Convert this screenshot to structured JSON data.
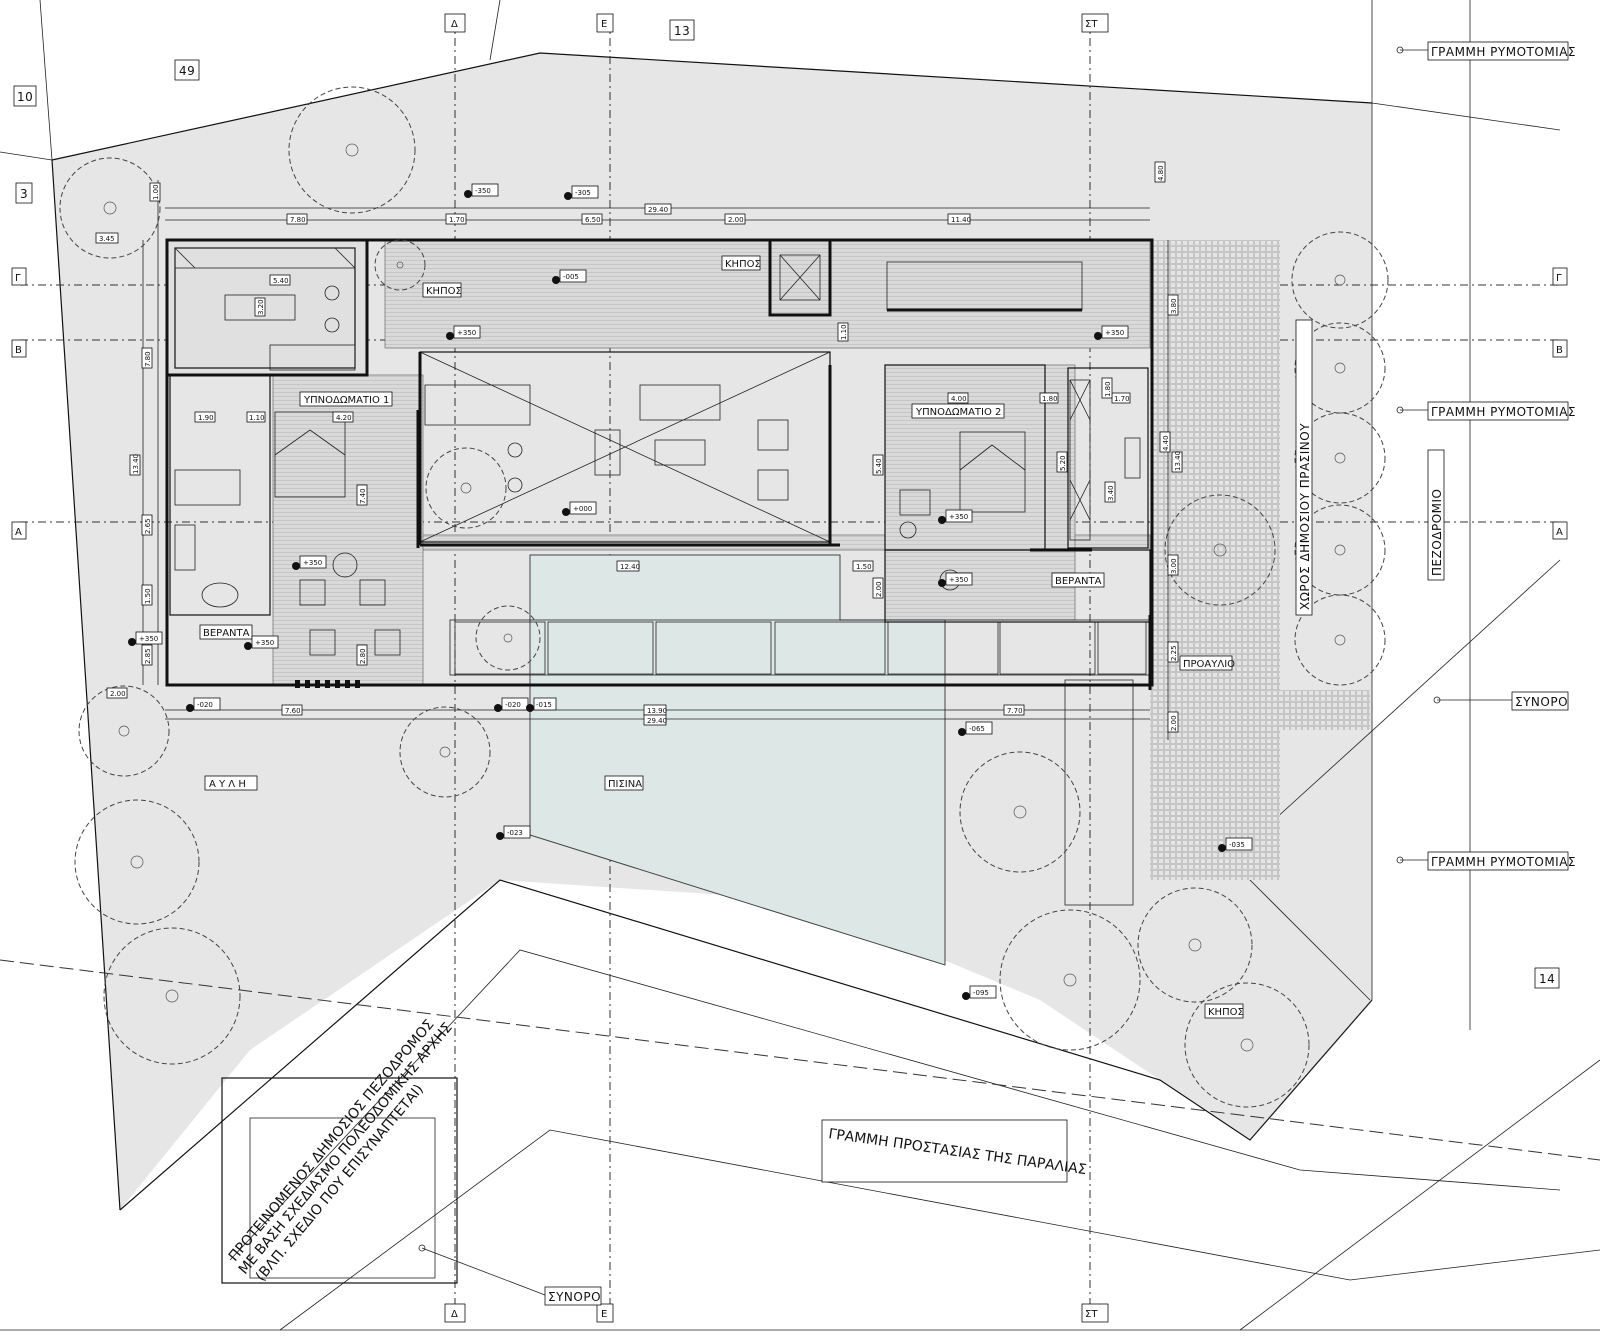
{
  "plot_numbers": {
    "p10": "10",
    "p49": "49",
    "p3": "3",
    "p13": "13",
    "p14": "14"
  },
  "section_marks": {
    "d_top": "Δ",
    "e_top": "Ε",
    "st_top": "ΣΤ",
    "d_bot": "Δ",
    "e_bot": "Ε",
    "st_bot": "ΣΤ",
    "g_left": "Γ",
    "g_right": "Γ",
    "b_left": "Β",
    "b_right": "Β",
    "a_left": "Α",
    "a_right": "Α"
  },
  "labels": {
    "ryth1": "ΓΡΑΜΜΗ ΡΥΜΟΤΟΜΙΑΣ",
    "ryth2": "ΓΡΑΜΜΗ ΡΥΜΟΤΟΜΙΑΣ",
    "ryth3": "ΓΡΑΜΜΗ ΡΥΜΟΤΟΜΙΑΣ",
    "synoro1": "ΣΥΝΟΡΟ",
    "synoro2": "ΣΥΝΟΡΟ",
    "pezodromio": "ΠΕΖΟΔΡΟΜΙΟ",
    "xoros": "ΧΩΡΟΣ ΔΗΜΟΣΙΟΥ ΠΡΑΣΙΝΟΥ",
    "kipos1": "ΚΗΠΟΣ",
    "kipos2": "ΚΗΠΟΣ",
    "kipos3": "ΚΗΠΟΣ",
    "bedroom1": "ΥΠΝΟΔΩΜΑΤΙΟ 1",
    "bedroom2": "ΥΠΝΟΔΩΜΑΤΙΟ 2",
    "veranda1": "ΒΕΡΑΝΤΑ",
    "veranda2": "ΒΕΡΑΝΤΑ",
    "proaylio": "ΠΡΟΑΥΛΙΟ",
    "avli": "Α Υ Λ Η",
    "pisina": "ΠΙΣΙΝΑ",
    "beach": "ΓΡΑΜΜΗ ΠΡΟΣΤΑΣΙΑΣ ΤΗΣ ΠΑΡΑΛΙΑΣ",
    "note1": "ΠΡΟΤΕΙΝΟΜΕΝΟΣ ΔΗΜΟΣΙΟΣ ΠΕΖΟΔΡΟΜΟΣ",
    "note2": "ΜΕ ΒΑΣΗ ΣΧΕΔΙΑΣΜΟ ΠΟΛΕΟΔΟΜΙΚΗΣ ΑΡΧΗΣ",
    "note3": "(ΒΛΠ. ΣΧΕΔΙΟ ΠΟΥ ΕΠΙΣΥΝΑΠΤΕΤΑΙ)"
  },
  "levels": {
    "l1": "-350",
    "l2": "-305",
    "l3": "-005",
    "l4": "+350",
    "l5": "+350",
    "l6": "+000",
    "l7": "+350",
    "l8": "+350",
    "l9": "+350",
    "l10": "+350",
    "l11": "+350",
    "l12": "-020",
    "l13": "-020",
    "l14": "-015",
    "l15": "-065",
    "l16": "-023",
    "l17": "-095",
    "l18": "-035"
  },
  "dims": {
    "d1": "29.40",
    "d2": "7.80",
    "d3": "1.70",
    "d4": "6.50",
    "d5": "2.00",
    "d6": "11.40",
    "d7": "5.40",
    "d8": "3.20",
    "d9": "4.20",
    "d10": "1.90",
    "d11": "1.10",
    "d12": "7.40",
    "d13": "7.80",
    "d14": "13.40",
    "d15": "2.65",
    "d16": "1.50",
    "d17": "2.85",
    "d18": "2.80",
    "d19": "12.40",
    "d20": "1.50",
    "d21": "2.00",
    "d22": "5.40",
    "d23": "4.00",
    "d24": "1.80",
    "d25": "1.70",
    "d26": "1.80",
    "d27": "5.20",
    "d28": "3.40",
    "d29": "4.40",
    "d30": "13.40",
    "d31": "3.00",
    "d32": "2.25",
    "d33": "2.00",
    "d34": "7.60",
    "d35": "13.90",
    "d36": "29.40",
    "d37": "7.70",
    "d38": "2.00",
    "d39": "3.45",
    "d40": "1.00",
    "d41": "3.80",
    "d42": "4.80",
    "d43": "1.10"
  }
}
